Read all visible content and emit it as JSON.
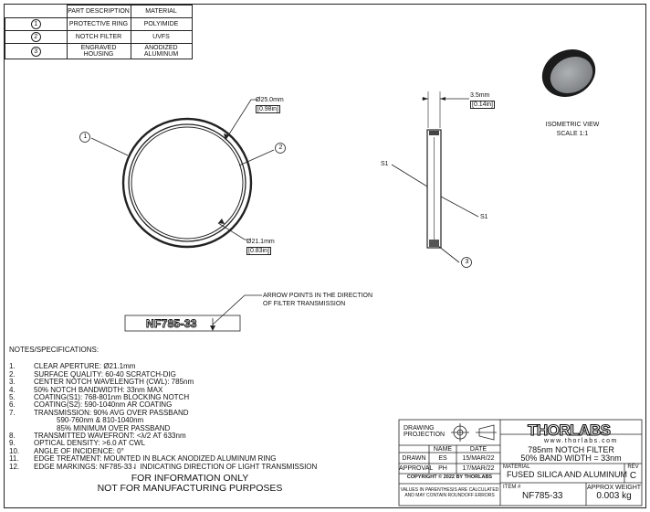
{
  "parts_table": {
    "headers": {
      "desc": "PART DESCRIPTION",
      "material": "MATERIAL"
    },
    "rows": [
      {
        "num": "1",
        "desc": "PROTECTIVE RING",
        "material": "POLYIMIDE"
      },
      {
        "num": "2",
        "desc": "NOTCH FILTER",
        "material": "UVFS"
      },
      {
        "num": "3",
        "desc": [
          "ENGRAVED",
          "HOUSING"
        ],
        "material": [
          "ANODIZED",
          "ALUMINUM"
        ]
      }
    ]
  },
  "front_view": {
    "dim_outer": {
      "mm": "Ø25.0mm",
      "in": "[0.98in]"
    },
    "dim_inner": {
      "mm": "Ø21.1mm",
      "in": "[0.83in]"
    },
    "balloon_1": "1",
    "balloon_2": "2"
  },
  "side_view": {
    "dim_thickness": {
      "mm": "3.5mm",
      "in": "[0.14in]"
    },
    "s1_left": "S1",
    "s1_right": "S1",
    "balloon_3": "3"
  },
  "isometric": {
    "label": "ISOMETRIC VIEW",
    "scale": "SCALE 1:1"
  },
  "engraving": {
    "text": "NF785-33",
    "note_line1": "ARROW POINTS IN THE DIRECTION",
    "note_line2": "OF FILTER TRANSMISSION"
  },
  "notes": {
    "title": "NOTES/SPECIFICATIONS:",
    "items": [
      {
        "n": "1.",
        "text": "CLEAR APERTURE: Ø21.1mm"
      },
      {
        "n": "2.",
        "text": "SURFACE QUALITY: 60-40 SCRATCH-DIG"
      },
      {
        "n": "3.",
        "text": "CENTER NOTCH WAVELENGTH (CWL): 785nm"
      },
      {
        "n": "4.",
        "text": "50% NOTCH BANDWIDTH: 33nm MAX"
      },
      {
        "n": "5.",
        "text": "COATING(S1): 768-801nm BLOCKING NOTCH"
      },
      {
        "n": "6.",
        "text": "COATING(S2): 590-1040nm AR COATING"
      },
      {
        "n": "7.",
        "text": "TRANSMISSION: 90% AVG OVER PASSBAND"
      },
      {
        "n": "",
        "text": "590-760nm & 810-1040nm",
        "sub": true
      },
      {
        "n": "",
        "text": "85% MINIMUM OVER PASSBAND",
        "sub": true
      },
      {
        "n": "8.",
        "text": "TRANSMITTED WAVEFRONT: <λ/2 AT 633nm"
      },
      {
        "n": "9.",
        "text": "OPTICAL DENSITY: >6.0 AT CWL"
      },
      {
        "n": "10.",
        "text": "ANGLE OF INCIDENCE: 0°"
      },
      {
        "n": "11.",
        "text": "EDGE TREATMENT: MOUNTED IN BLACK ANODIZED ALUMINUM RING"
      },
      {
        "n": "12.",
        "text": "EDGE MARKINGS: NF785-33⇃ INDICATING DIRECTION OF LIGHT TRANSMISSION"
      }
    ]
  },
  "disclaimer": {
    "line1": "FOR INFORMATION ONLY",
    "line2": "NOT FOR MANUFACTURING PURPOSES"
  },
  "title_block": {
    "projection_label": [
      "DRAWING",
      "PROJECTION"
    ],
    "col_name": "NAME",
    "col_date": "DATE",
    "drawn": {
      "label": "DRAWN",
      "name": "ES",
      "date": "15/MAR/22"
    },
    "approval": {
      "label": "APPROVAL",
      "name": "PH",
      "date": "17/MAR/22"
    },
    "copyright": "COPYRIGHT © 2022 BY THORLABS",
    "values_note": [
      "VALUES IN PARENTHESIS ARE CALCULATED",
      "AND MAY CONTAIN ROUNDOFF ERRORS"
    ],
    "logo": "THORLABS",
    "website": "www.thorlabs.com",
    "title": [
      "785nm NOTCH FILTER",
      "50% BAND WIDTH = 33nm"
    ],
    "material_label": "MATERIAL",
    "material": "FUSED SILICA AND ALUMINUM",
    "rev_label": "REV",
    "rev": "C",
    "item_label": "ITEM #",
    "item": "NF785-33",
    "weight_label": "APPROX WEIGHT",
    "weight": "0.003 kg"
  }
}
